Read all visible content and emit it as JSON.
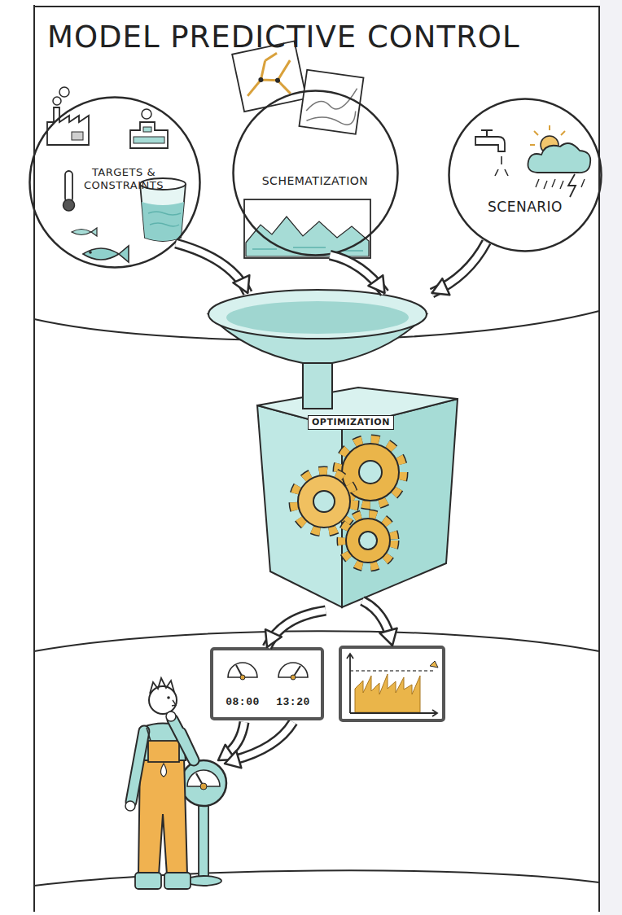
{
  "diagram": {
    "title": "MODEL PREDICTIVE CONTROL",
    "nodes": [
      {
        "text": [
          "TARGETS & CONSTRAINTS"
        ]
      },
      {
        "text": [
          "SCHEMATIZATION"
        ]
      },
      {
        "text": [
          "SCENARIO"
        ]
      },
      {
        "text": [
          "OPTIMIZATION"
        ]
      },
      {
        "text": [
          "08:00",
          "13:20"
        ]
      }
    ],
    "edges": [
      {
        "from": 0,
        "to": 3,
        "arrow": "to"
      },
      {
        "from": 1,
        "to": 3,
        "arrow": "to"
      },
      {
        "from": 2,
        "to": 3,
        "arrow": "to"
      },
      {
        "from": 3,
        "to": 4,
        "arrow": "to"
      }
    ]
  }
}
